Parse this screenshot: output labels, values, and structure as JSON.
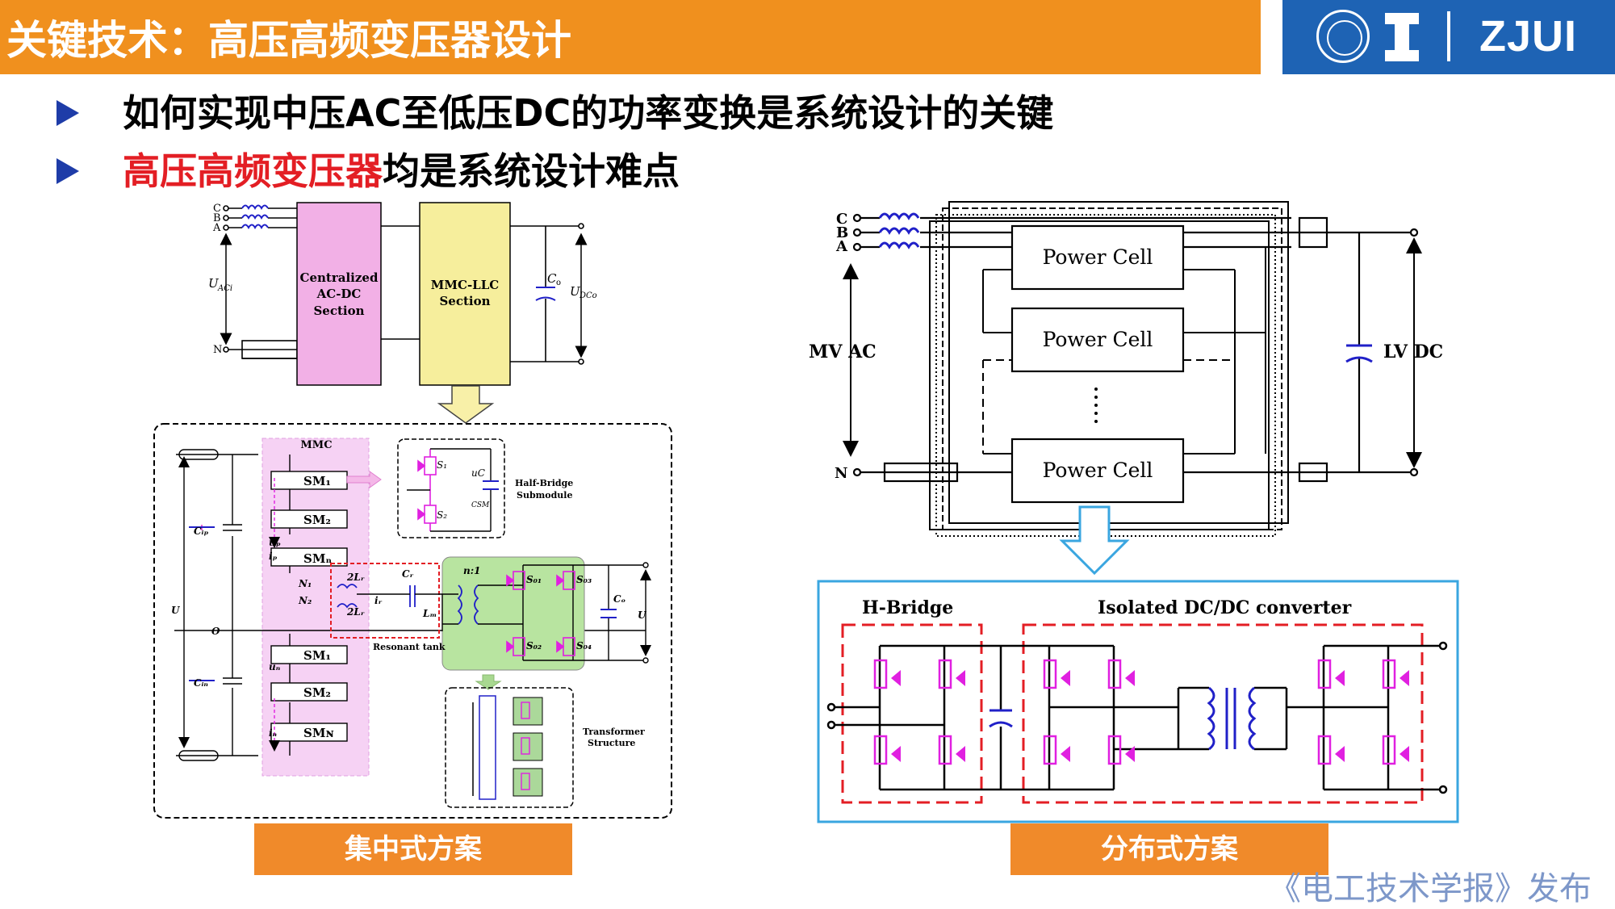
{
  "header": {
    "title": "关键技术：高压高频变压器设计",
    "logo_text": "ZJUI"
  },
  "bullets": [
    {
      "text": "如何实现中压AC至低压DC的功率变换是系统设计的关键"
    },
    {
      "highlight": "高压高频变压器",
      "text": "均是系统设计难点"
    }
  ],
  "left_diagram": {
    "phase_labels": [
      "C",
      "B",
      "A"
    ],
    "neutral_label": "N",
    "uac_label": "U",
    "uac_sub": "ACi",
    "block1": [
      "Centralized",
      "AC-DC",
      "Section"
    ],
    "block2": [
      "MMC-LLC",
      "Section"
    ],
    "co_label": "C",
    "co_sub": "o",
    "udc_label": "U",
    "udc_sub": "DCo",
    "mmc_label": "MMC",
    "sm_labels": [
      "SM₁",
      "SM₂",
      "SMₙ",
      "SM₁",
      "SM₂",
      "SMɴ"
    ],
    "half_bridge_label": [
      "Half-Bridge",
      "Submodule"
    ],
    "resonant_label": "Resonant tank",
    "transformer_label": [
      "Transformer",
      "Structure"
    ],
    "ratio_label": "n:1",
    "switch_labels": [
      "S₀₁",
      "S₀₃",
      "S₀₂",
      "S₀₄",
      "S₁",
      "S₂"
    ],
    "other_labels": [
      "uₚ",
      "iₚ",
      "uₙ",
      "iₙ",
      "N₁",
      "N₂",
      "2Lᵣ",
      "2Lᵣ",
      "Cᵣ",
      "iᵣ",
      "Lₘ",
      "O",
      "Cᵢₚ",
      "Cᵢₙ",
      "U",
      "uC",
      "CSM",
      "Cₒ",
      "U"
    ]
  },
  "right_diagram": {
    "phase_labels": [
      "C",
      "B",
      "A"
    ],
    "neutral_label": "N",
    "mv_label": "MV AC",
    "lv_label": "LV DC",
    "cells": [
      "Power Cell",
      "Power Cell",
      "Power Cell"
    ],
    "hbridge_label": "H-Bridge",
    "dcdc_label": "Isolated DC/DC converter"
  },
  "captions": {
    "left": "集中式方案",
    "right": "分布式方案"
  },
  "footer": "《电工技术学报》发布",
  "colors": {
    "orange": "#F0901E",
    "blue": "#1E63B4",
    "red": "#E31E24",
    "magenta": "#E020E0"
  }
}
